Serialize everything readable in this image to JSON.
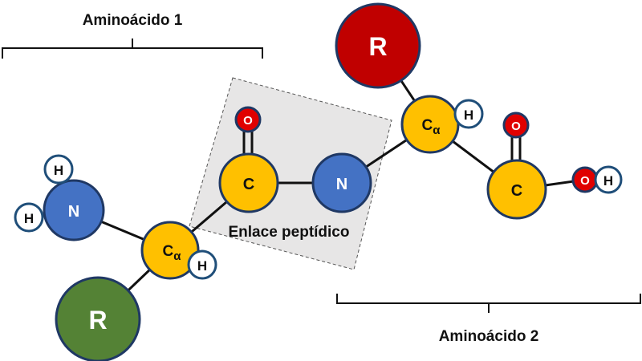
{
  "labels": {
    "aa1": "Aminoácido 1",
    "aa2": "Aminoácido 2",
    "peptide_bond": "Enlace peptídico"
  },
  "atoms": {
    "r1": "R",
    "r2": "R",
    "n_amino": "N",
    "h_amino_top": "H",
    "h_amino_left": "H",
    "ca1_main": "C",
    "ca1_sub": "α",
    "h_ca1": "H",
    "c_carbonyl1": "C",
    "o_carbonyl1": "O",
    "n_peptide": "N",
    "ca2_main": "C",
    "ca2_sub": "α",
    "h_ca2": "H",
    "c_carboxyl": "C",
    "o_carboxyl_double": "O",
    "o_hydroxyl": "O",
    "h_hydroxyl": "H"
  },
  "colors": {
    "r1": "#548235",
    "r2": "#c00000",
    "nitrogen": "#4472c4",
    "carbon": "#ffc000",
    "oxygen": "#e00000",
    "hydrogen": "#ffffff",
    "outline": "#1f3864",
    "bond": "#111111",
    "box_fill": "#e7e6e6"
  }
}
